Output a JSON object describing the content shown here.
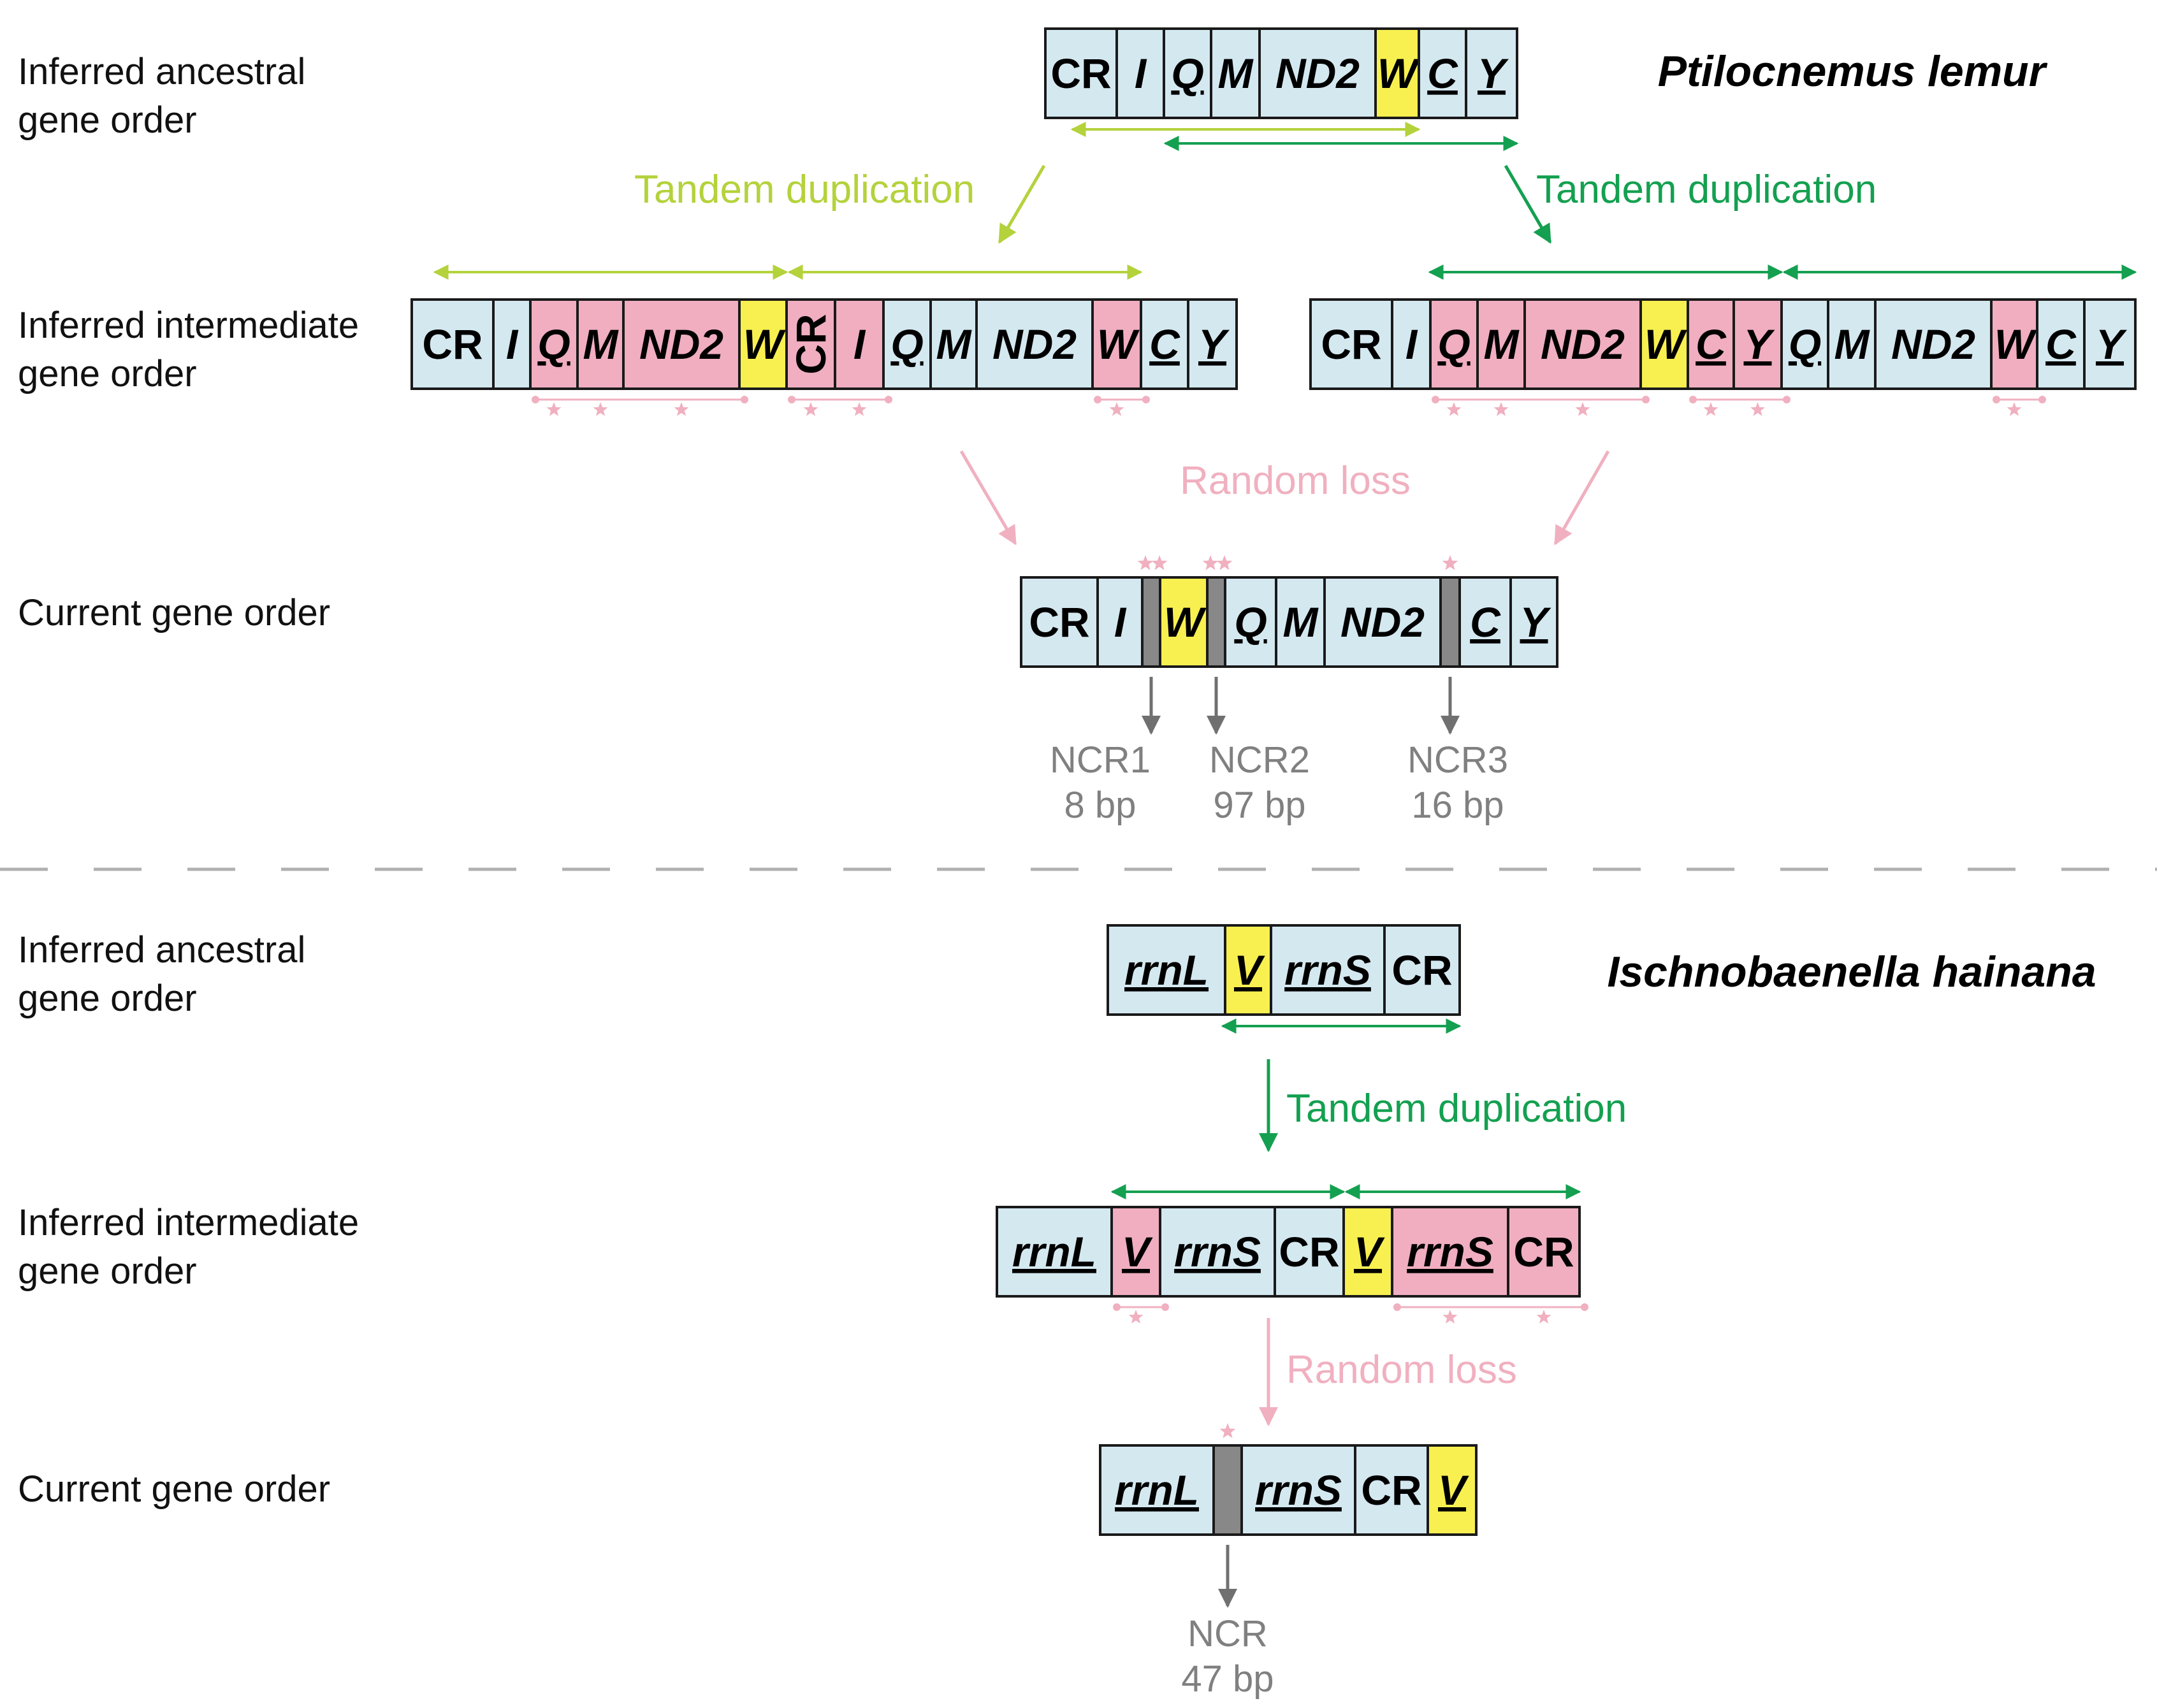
{
  "colors": {
    "native": "#d4e8f0",
    "duplicated": "#f0aec0",
    "highlight": "#f8f050",
    "ncr": "#888888",
    "tandem_light": "#b4d23c",
    "tandem_dark": "#14a050",
    "random_loss": "#f0b0c0",
    "ncr_arrow": "#707070",
    "divider": "#b0b0b0"
  },
  "panels": [
    {
      "species": "Ptilocnemus lemur",
      "labels": {
        "ancestral": [
          "Inferred ancestral",
          "gene order"
        ],
        "intermediate": [
          "Inferred intermediate",
          "gene order"
        ],
        "current": [
          "Current gene order"
        ]
      },
      "ancestral_genes": [
        {
          "label": "CR",
          "italic": false,
          "underline": false,
          "color": "native"
        },
        {
          "label": "I",
          "italic": true,
          "underline": false,
          "color": "native"
        },
        {
          "label": "Q",
          "italic": true,
          "underline": true,
          "color": "native"
        },
        {
          "label": "M",
          "italic": true,
          "underline": false,
          "color": "native"
        },
        {
          "label": "ND2",
          "italic": true,
          "underline": false,
          "color": "native"
        },
        {
          "label": "W",
          "italic": true,
          "underline": false,
          "color": "highlight"
        },
        {
          "label": "C",
          "italic": true,
          "underline": true,
          "color": "native"
        },
        {
          "label": "Y",
          "italic": true,
          "underline": true,
          "color": "native"
        }
      ],
      "intermediate_left": [
        {
          "label": "CR",
          "italic": false,
          "underline": false,
          "color": "native"
        },
        {
          "label": "I",
          "italic": true,
          "underline": false,
          "color": "native"
        },
        {
          "label": "Q",
          "italic": true,
          "underline": true,
          "color": "duplicated",
          "star": true
        },
        {
          "label": "M",
          "italic": true,
          "underline": false,
          "color": "duplicated",
          "star": true
        },
        {
          "label": "ND2",
          "italic": true,
          "underline": false,
          "color": "duplicated",
          "star": true
        },
        {
          "label": "W",
          "italic": true,
          "underline": false,
          "color": "highlight"
        },
        {
          "label": "CR",
          "italic": false,
          "underline": false,
          "color": "duplicated",
          "rotated": true,
          "star": true
        },
        {
          "label": "I",
          "italic": true,
          "underline": false,
          "color": "duplicated",
          "star": true
        },
        {
          "label": "Q",
          "italic": true,
          "underline": true,
          "color": "native"
        },
        {
          "label": "M",
          "italic": true,
          "underline": false,
          "color": "native"
        },
        {
          "label": "ND2",
          "italic": true,
          "underline": false,
          "color": "native"
        },
        {
          "label": "W",
          "italic": true,
          "underline": false,
          "color": "duplicated",
          "star": true
        },
        {
          "label": "C",
          "italic": true,
          "underline": true,
          "color": "native"
        },
        {
          "label": "Y",
          "italic": true,
          "underline": true,
          "color": "native"
        }
      ],
      "intermediate_right": [
        {
          "label": "CR",
          "italic": false,
          "underline": false,
          "color": "native"
        },
        {
          "label": "I",
          "italic": true,
          "underline": false,
          "color": "native"
        },
        {
          "label": "Q",
          "italic": true,
          "underline": true,
          "color": "duplicated",
          "star": true
        },
        {
          "label": "M",
          "italic": true,
          "underline": false,
          "color": "duplicated",
          "star": true
        },
        {
          "label": "ND2",
          "italic": true,
          "underline": false,
          "color": "duplicated",
          "star": true
        },
        {
          "label": "W",
          "italic": true,
          "underline": false,
          "color": "highlight"
        },
        {
          "label": "C",
          "italic": true,
          "underline": true,
          "color": "duplicated",
          "star": true
        },
        {
          "label": "Y",
          "italic": true,
          "underline": true,
          "color": "duplicated",
          "star": true
        },
        {
          "label": "Q",
          "italic": true,
          "underline": true,
          "color": "native"
        },
        {
          "label": "M",
          "italic": true,
          "underline": false,
          "color": "native"
        },
        {
          "label": "ND2",
          "italic": true,
          "underline": false,
          "color": "native"
        },
        {
          "label": "W",
          "italic": true,
          "underline": false,
          "color": "duplicated",
          "star": true
        },
        {
          "label": "C",
          "italic": true,
          "underline": true,
          "color": "native"
        },
        {
          "label": "Y",
          "italic": true,
          "underline": true,
          "color": "native"
        }
      ],
      "current_genes": [
        {
          "label": "CR",
          "italic": false,
          "underline": false,
          "color": "native"
        },
        {
          "label": "I",
          "italic": true,
          "underline": false,
          "color": "native"
        },
        {
          "label": "",
          "color": "ncr",
          "stars": 2
        },
        {
          "label": "W",
          "italic": true,
          "underline": false,
          "color": "highlight"
        },
        {
          "label": "",
          "color": "ncr",
          "stars": 2
        },
        {
          "label": "Q",
          "italic": true,
          "underline": true,
          "color": "native"
        },
        {
          "label": "M",
          "italic": true,
          "underline": false,
          "color": "native"
        },
        {
          "label": "ND2",
          "italic": true,
          "underline": false,
          "color": "native"
        },
        {
          "label": "",
          "color": "ncr",
          "stars": 1
        },
        {
          "label": "C",
          "italic": true,
          "underline": true,
          "color": "native"
        },
        {
          "label": "Y",
          "italic": true,
          "underline": true,
          "color": "native"
        }
      ],
      "events": {
        "tandem_left": "Tandem duplication",
        "tandem_right": "Tandem duplication",
        "random_loss": "Random loss"
      },
      "ncrs": [
        {
          "name": "NCR1",
          "size": "8 bp"
        },
        {
          "name": "NCR2",
          "size": "97 bp"
        },
        {
          "name": "NCR3",
          "size": "16 bp"
        }
      ]
    },
    {
      "species": "Ischnobaenella hainana",
      "labels": {
        "ancestral": [
          "Inferred ancestral",
          "gene order"
        ],
        "intermediate": [
          "Inferred intermediate",
          "gene order"
        ],
        "current": [
          "Current gene order"
        ]
      },
      "ancestral_genes": [
        {
          "label": "rrnL",
          "italic": true,
          "underline": true,
          "color": "native"
        },
        {
          "label": "V",
          "italic": true,
          "underline": true,
          "color": "highlight"
        },
        {
          "label": "rrnS",
          "italic": true,
          "underline": true,
          "color": "native"
        },
        {
          "label": "CR",
          "italic": false,
          "underline": false,
          "color": "native"
        }
      ],
      "intermediate_genes": [
        {
          "label": "rrnL",
          "italic": true,
          "underline": true,
          "color": "native"
        },
        {
          "label": "V",
          "italic": true,
          "underline": true,
          "color": "duplicated",
          "star": true
        },
        {
          "label": "rrnS",
          "italic": true,
          "underline": true,
          "color": "native"
        },
        {
          "label": "CR",
          "italic": false,
          "underline": false,
          "color": "native"
        },
        {
          "label": "V",
          "italic": true,
          "underline": true,
          "color": "highlight"
        },
        {
          "label": "rrnS",
          "italic": true,
          "underline": true,
          "color": "duplicated",
          "star": true
        },
        {
          "label": "CR",
          "italic": false,
          "underline": false,
          "color": "duplicated",
          "star": true
        }
      ],
      "current_genes": [
        {
          "label": "rrnL",
          "italic": true,
          "underline": true,
          "color": "native"
        },
        {
          "label": "",
          "color": "ncr",
          "stars": 1
        },
        {
          "label": "rrnS",
          "italic": true,
          "underline": true,
          "color": "native"
        },
        {
          "label": "CR",
          "italic": false,
          "underline": false,
          "color": "native"
        },
        {
          "label": "V",
          "italic": true,
          "underline": true,
          "color": "highlight"
        }
      ],
      "events": {
        "tandem": "Tandem duplication",
        "random_loss": "Random loss"
      },
      "ncrs": [
        {
          "name": "NCR",
          "size": "47 bp"
        }
      ]
    }
  ]
}
